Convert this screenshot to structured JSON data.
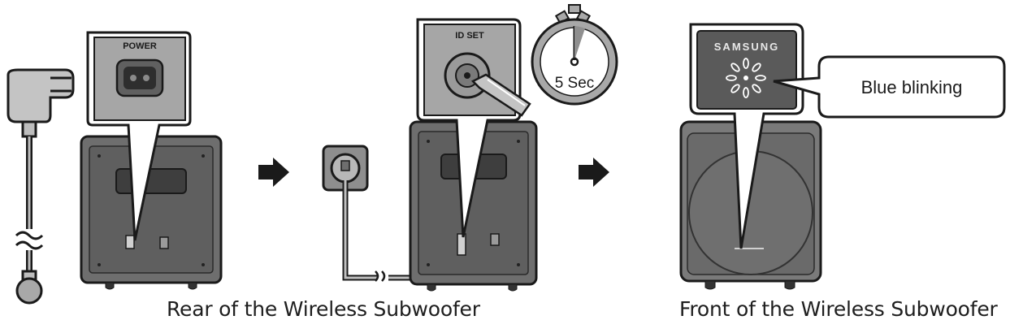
{
  "labels": {
    "power": "POWER",
    "id_set": "ID SET",
    "timer": "5 Sec",
    "brand": "SAMSUNG",
    "blinking": "Blue blinking"
  },
  "captions": {
    "rear": "Rear of the Wireless Subwoofer",
    "front": "Front of the Wireless Subwoofer"
  },
  "colors": {
    "outline": "#1a1a1a",
    "cabinet_dark": "#6e6e6e",
    "cabinet_mid": "#8a8a8a",
    "panel_gray": "#9a9a9a",
    "cable_gray": "#b5b5b5"
  },
  "icons": [
    "power-plug-icon",
    "wall-outlet-icon",
    "arrow-right-icon",
    "stopwatch-icon",
    "pen-icon",
    "blinking-led-icon"
  ]
}
